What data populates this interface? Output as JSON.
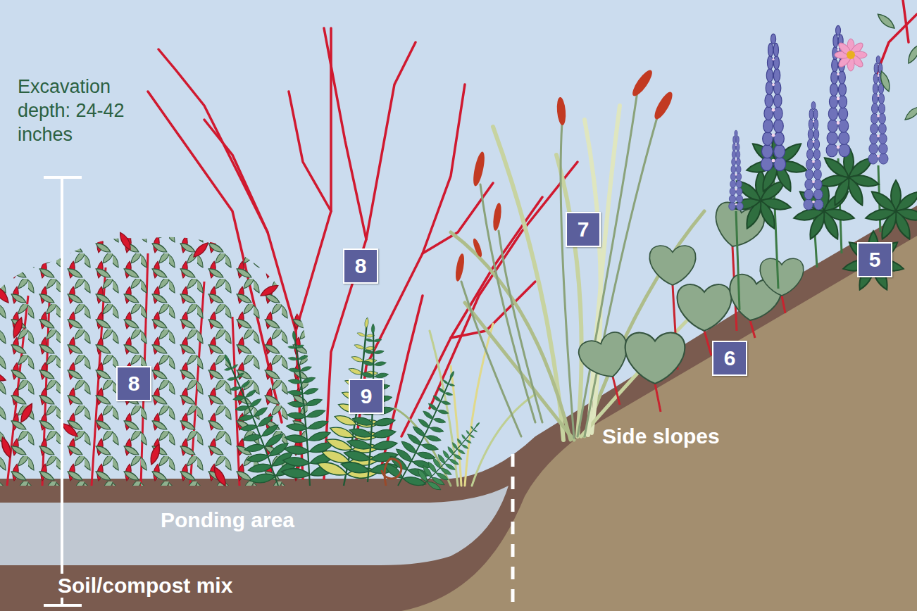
{
  "diagram": {
    "nodes": [
      {
        "text": [
          "7"
        ]
      },
      {
        "text": [
          "5"
        ]
      },
      {
        "text": [
          "8"
        ]
      },
      {
        "text": [
          "6"
        ]
      },
      {
        "text": [
          "8"
        ]
      },
      {
        "text": [
          "9"
        ]
      }
    ],
    "labels": [
      "Excavation depth: 24-42 inches",
      "Ponding area",
      "Soil/compost mix",
      "Side slopes"
    ]
  }
}
